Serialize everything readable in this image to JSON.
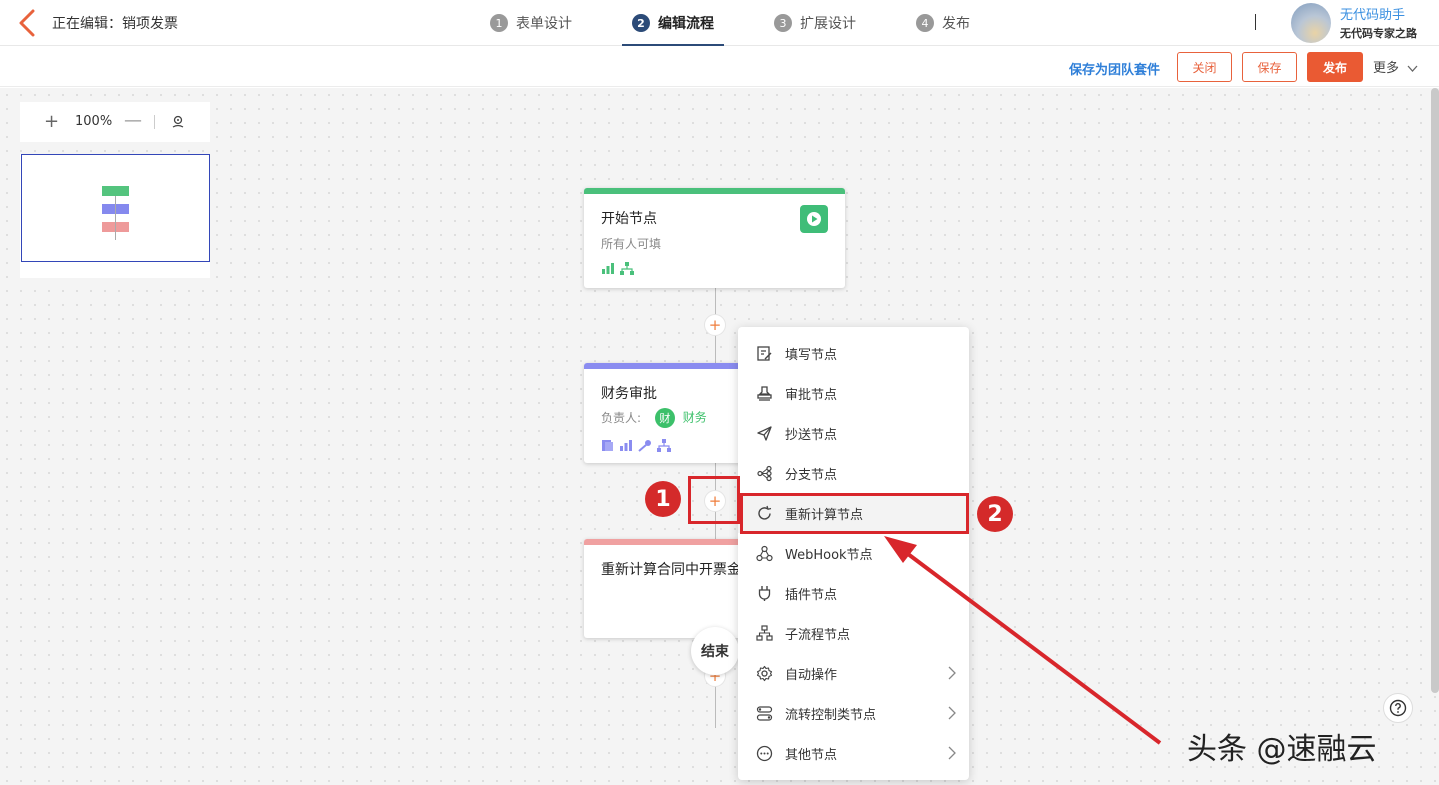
{
  "header": {
    "editing_label": "正在编辑：销项发票",
    "steps": [
      {
        "num": "1",
        "label": "表单设计"
      },
      {
        "num": "2",
        "label": "编辑流程"
      },
      {
        "num": "3",
        "label": "扩展设计"
      },
      {
        "num": "4",
        "label": "发布"
      }
    ],
    "user_name": "无代码助手",
    "user_subtitle": "无代码专家之路"
  },
  "toolbar": {
    "save_team_label": "保存为团队套件",
    "close_label": "关闭",
    "save_label": "保存",
    "publish_label": "发布",
    "more_label": "更多"
  },
  "canvas": {
    "zoom_level": "100%",
    "zoom_plus": "+",
    "zoom_minus": "—"
  },
  "flow": {
    "start_node": {
      "title": "开始节点",
      "subtitle": "所有人可填",
      "accent": "#4ac07b"
    },
    "approval_node": {
      "title": "财务审批",
      "owner_label": "负责人:",
      "owner_badge": "财",
      "owner_name": "财务",
      "accent": "#8a8cf0"
    },
    "recalc_node": {
      "title": "重新计算合同中开票金",
      "accent": "#f0a1a1"
    },
    "add_symbol": "+",
    "end_label": "结束"
  },
  "menu": {
    "items": [
      {
        "label": "填写节点",
        "icon": "form-edit-icon",
        "submenu": false
      },
      {
        "label": "审批节点",
        "icon": "stamp-icon",
        "submenu": false
      },
      {
        "label": "抄送节点",
        "icon": "send-icon",
        "submenu": false
      },
      {
        "label": "分支节点",
        "icon": "branch-icon",
        "submenu": false
      },
      {
        "label": "重新计算节点",
        "icon": "refresh-icon",
        "submenu": false
      },
      {
        "label": "WebHook节点",
        "icon": "webhook-icon",
        "submenu": false
      },
      {
        "label": "插件节点",
        "icon": "plug-icon",
        "submenu": false
      },
      {
        "label": "子流程节点",
        "icon": "subprocess-icon",
        "submenu": false
      },
      {
        "label": "自动操作",
        "icon": "gear-icon",
        "submenu": true
      },
      {
        "label": "流转控制类节点",
        "icon": "flow-control-icon",
        "submenu": true
      },
      {
        "label": "其他节点",
        "icon": "more-dots-icon",
        "submenu": true
      }
    ]
  },
  "annotations": {
    "num1": "1",
    "num2": "2"
  },
  "watermark": "头条 @速融云",
  "colors": {
    "accent": "#ea5a33",
    "active_step": "#2c4b78",
    "annotation": "#d8262b",
    "link": "#2f7fd8"
  }
}
